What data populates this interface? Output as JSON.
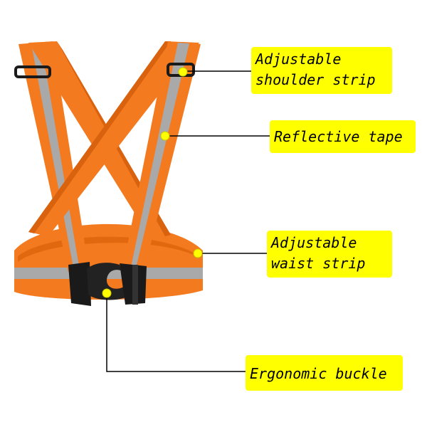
{
  "callouts": {
    "shoulder_strip": "Adjustable\nshoulder strip",
    "reflective_tape": "Reflective tape",
    "waist_strip": "Adjustable\nwaist strip",
    "buckle": "Ergonomic buckle"
  },
  "colors": {
    "strap": "#f47a20",
    "strap_edge": "#d9620e",
    "reflective": "#a9a9a9",
    "callout_bg": "#ffff00",
    "marker": "#ffff00",
    "buckle": "#1a1a1a"
  }
}
